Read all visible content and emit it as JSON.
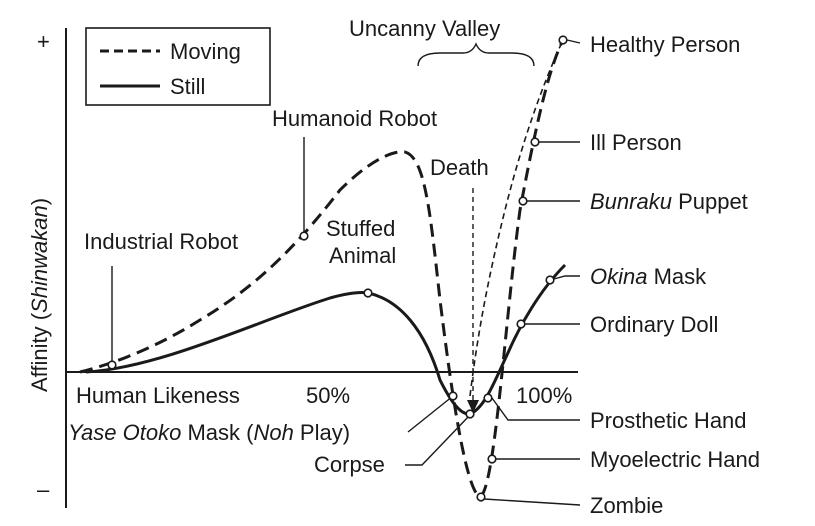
{
  "axes": {
    "y_label_prefix": "Affinity (",
    "y_label_italic": "Shinwakan",
    "y_label_suffix": ")",
    "plus": "+",
    "minus": "–",
    "x_label": "Human Likeness",
    "tick_50": "50%",
    "tick_100": "100%"
  },
  "legend": {
    "moving": "Moving",
    "still": "Still"
  },
  "valley_label": "Uncanny Valley",
  "labels": {
    "healthy_person": "Healthy Person",
    "ill_person": "Ill Person",
    "bunraku": "Bunraku",
    "puppet": " Puppet",
    "okina": "Okina",
    "mask": " Mask",
    "ordinary_doll": "Ordinary Doll",
    "prosthetic_hand": "Prosthetic Hand",
    "myoelectric_hand": "Myoelectric Hand",
    "zombie": "Zombie",
    "humanoid_robot": "Humanoid Robot",
    "industrial_robot": "Industrial Robot",
    "stuffed": "Stuffed",
    "animal": "Animal",
    "death": "Death",
    "corpse": "Corpse",
    "yase_otoko": "Yase Otoko",
    "mask_open": " Mask (",
    "noh": "Noh",
    "play_close": " Play)"
  },
  "colors": {
    "ink": "#1a1a1a",
    "background": "#ffffff"
  }
}
